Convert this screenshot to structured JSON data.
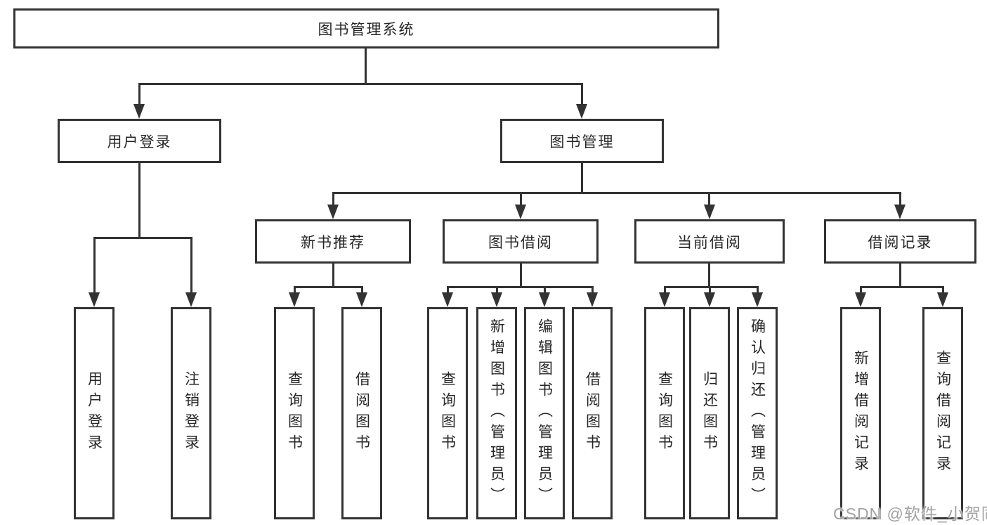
{
  "colors": {
    "line": "#333333",
    "node_border": "#333333",
    "node_text": "#262626",
    "background": "#ffffff",
    "watermark_text_color": "#a2a2a2"
  },
  "tree": {
    "root": {
      "label": "图书管理系统"
    },
    "branches": [
      {
        "label": "用户登录",
        "leaves": [
          {
            "label": "用户登录"
          },
          {
            "label": "注销登录"
          }
        ]
      },
      {
        "label": "图书管理",
        "sections": [
          {
            "label": "新书推荐",
            "leaves": [
              {
                "label": "查询图书"
              },
              {
                "label": "借阅图书"
              }
            ]
          },
          {
            "label": "图书借阅",
            "leaves": [
              {
                "label": "查询图书"
              },
              {
                "label": "新增图书（管理员）"
              },
              {
                "label": "编辑图书（管理员）"
              },
              {
                "label": "借阅图书"
              }
            ]
          },
          {
            "label": "当前借阅",
            "leaves": [
              {
                "label": "查询图书"
              },
              {
                "label": "归还图书"
              },
              {
                "label": "确认归还（管理员）"
              }
            ]
          },
          {
            "label": "借阅记录",
            "leaves": [
              {
                "label": "新增借阅记录"
              },
              {
                "label": "查询借阅记录"
              }
            ]
          }
        ]
      }
    ]
  },
  "watermark": {
    "text": "CSDN @软件_小贺同学"
  }
}
